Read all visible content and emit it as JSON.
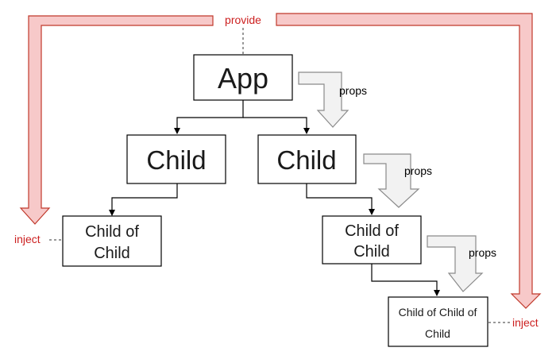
{
  "colors": {
    "accent": "#cc1f1f",
    "provide_band_fill": "#f7c9c9",
    "provide_band_stroke": "#c0392b",
    "props_arrow_fill": "#f2f2f2",
    "props_arrow_stroke": "#8a8a8a",
    "box_stroke": "#000000"
  },
  "nodes": {
    "app": "App",
    "child_left": "Child",
    "child_right": "Child",
    "child_of_child_left": [
      "Child of",
      "Child"
    ],
    "child_of_child_right": [
      "Child of",
      "Child"
    ],
    "child_of_child_of_child": [
      "Child of Child of",
      "Child"
    ]
  },
  "labels": {
    "provide": "provide",
    "inject_left": "inject",
    "inject_right": "inject",
    "props_1": "props",
    "props_2": "props",
    "props_3": "props"
  }
}
